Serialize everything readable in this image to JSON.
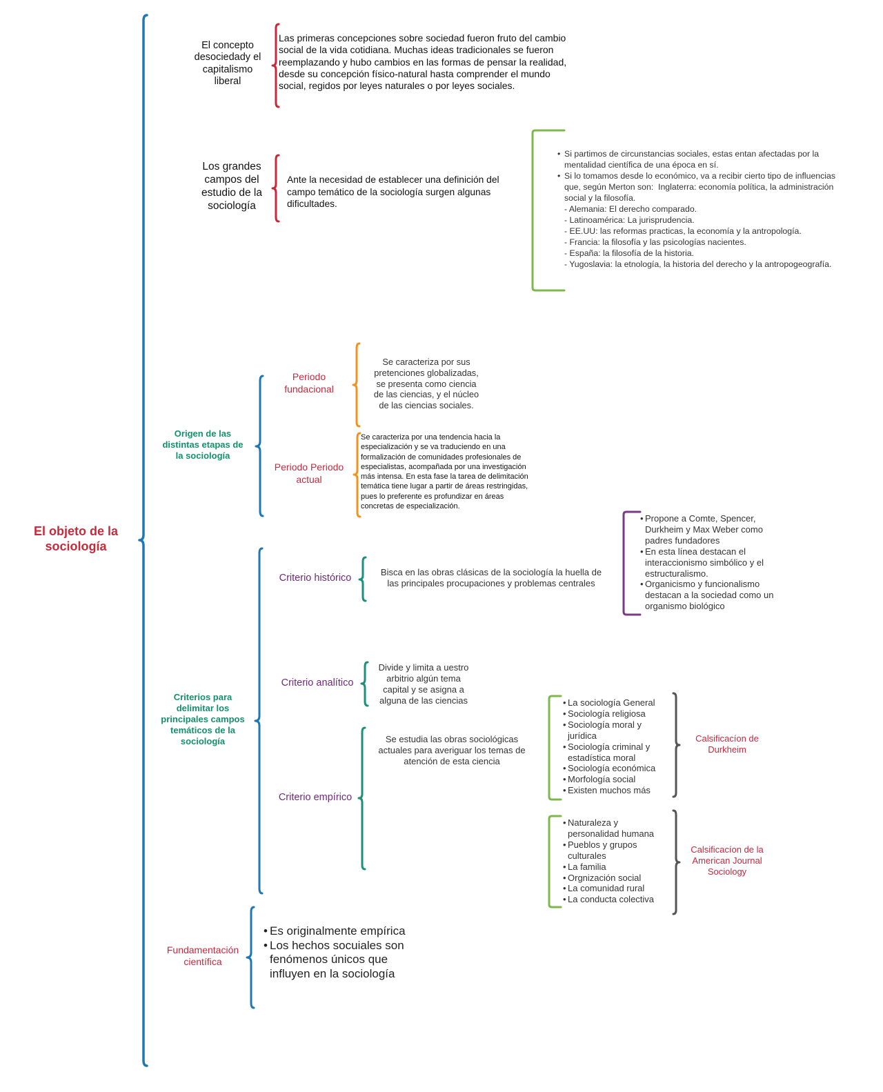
{
  "colors": {
    "title": "#c62b3c",
    "main_brace": "#1f78b4",
    "red": "#c8283c",
    "green": "#7cb94a",
    "teal": "#12916b",
    "teal_brace": "#1c9078",
    "orange": "#f29222",
    "purple": "#6e2a78",
    "purple_bracket": "#7b3a86",
    "gray": "#555555"
  },
  "title": [
    "El objeto de la",
    "sociología"
  ],
  "concepto": {
    "label": [
      "El concepto",
      "desociedady el",
      "capitalismo",
      "liberal"
    ],
    "text": [
      "Las primeras concepciones sobre sociedad fueron fruto del cambio",
      "social de la vida cotidiana. Muchas ideas tradicionales se fueron",
      "reemplazando y hubo cambios en las formas de pensar la realidad,",
      "desde su concepción físico-natural hasta comprender el mundo",
      "social, regidos por leyes naturales o por leyes sociales."
    ]
  },
  "campos": {
    "label": [
      "Los grandes",
      "campos del",
      "estudio de la",
      "sociología"
    ],
    "text": [
      "Ante la necesidad de establecer una definición del",
      "campo temático de la sociología surgen algunas",
      "dificultades."
    ],
    "influencias": {
      "bullets": [
        [
          "Si partimos de circunstancias sociales, estas entan afectadas por la",
          "mentalidad científica de una época en sí."
        ],
        [
          "Si lo tomamos desde lo económico, va a recibir cierto tipo de influencias",
          "que, según Merton son:  Inglaterra: economía política, la administración",
          "social y la filosofía."
        ]
      ],
      "paises": [
        "- Alemania: El derecho comparado.",
        "- Latinoamérica: La jurisprudencia.",
        "- EE.UU: las reformas practicas, la economía y la antropología.",
        "- Francia: la filosofía y las psicologías nacientes.",
        "- España: la filosofía de la historia.",
        "- Yugoslavia: la etnología, la historia del derecho y la antropogeografía."
      ]
    }
  },
  "origen": {
    "label": [
      "Origen de las",
      "distintas etapas de",
      "la sociología"
    ],
    "fundacional": {
      "label": [
        "Periodo",
        "fundacional"
      ],
      "text": [
        "Se caracteriza por sus",
        "pretenciones globalizadas,",
        "se presenta como ciencia",
        "de las ciencias, y el núcleo",
        "de las ciencias sociales."
      ]
    },
    "actual": {
      "label": [
        "Periodo Periodo",
        "actual"
      ],
      "text": [
        "Se caracteriza por una tendencia hacia la",
        "especialización y se va traduciendo en una",
        "formalización de comunidades profesionales de",
        "especialistas, acompañada por una investigación",
        "más intensa. En esta fase la tarea de delimitación",
        "temática tiene lugar a partir de áreas restringidas,",
        "pues lo preferente es profundizar en áreas",
        "concretas de especialización."
      ]
    }
  },
  "criterios": {
    "label": [
      "Criterios para",
      "delimitar los",
      "principales campos",
      "temáticos de la",
      "sociología"
    ],
    "historico": {
      "label": "Criterio histórico",
      "text": [
        "Bisca en las obras clásicas de la sociología la huella de",
        "las principales procupaciones y problemas centrales"
      ],
      "detalles": [
        [
          "Propone a Comte, Spencer,",
          "Durkheim y Max Weber como",
          "padres fundadores"
        ],
        [
          "En esta línea destacan el",
          "interaccionismo simbólico y el",
          "estructuralismo."
        ],
        [
          "Organicismo y funcionalismo",
          "destacan a la sociedad como un",
          "organismo biológico"
        ]
      ]
    },
    "analitico": {
      "label": "Criterio analítico",
      "text": [
        "Divide y limita a uestro",
        "arbitrio algún tema",
        "capital y se asigna a",
        "alguna de las ciencias"
      ]
    },
    "empirico": {
      "label": "Criterio empírico",
      "text": [
        "Se estudia las obras sociológicas",
        "actuales para averiguar los temas de",
        "atención de esta ciencia"
      ],
      "durkheim": {
        "items": [
          [
            "La sociología General"
          ],
          [
            "Sociología religiosa"
          ],
          [
            "Sociología moral y",
            "jurídica"
          ],
          [
            "Sociología criminal y",
            "estadística moral"
          ],
          [
            "Sociología económica"
          ],
          [
            "Morfología social"
          ],
          [
            "Existen muchos más"
          ]
        ],
        "label": [
          "Calsificacíon de",
          "Durkheim"
        ]
      },
      "ajs": {
        "items": [
          [
            "Naturaleza y",
            "personalidad humana"
          ],
          [
            "Pueblos y grupos",
            "culturales"
          ],
          [
            "La familia"
          ],
          [
            "Orgnización social"
          ],
          [
            "La comunidad rural"
          ],
          [
            "La conducta colectiva"
          ]
        ],
        "label": [
          "Calsificacíon de la",
          "American Journal",
          "Sociology"
        ]
      }
    }
  },
  "fundamentacion": {
    "label": [
      "Fundamentación",
      "científica"
    ],
    "items": [
      [
        "Es originalmente empírica"
      ],
      [
        "Los hechos socuiales son",
        "fenómenos únicos que",
        "influyen en la sociología"
      ]
    ]
  }
}
